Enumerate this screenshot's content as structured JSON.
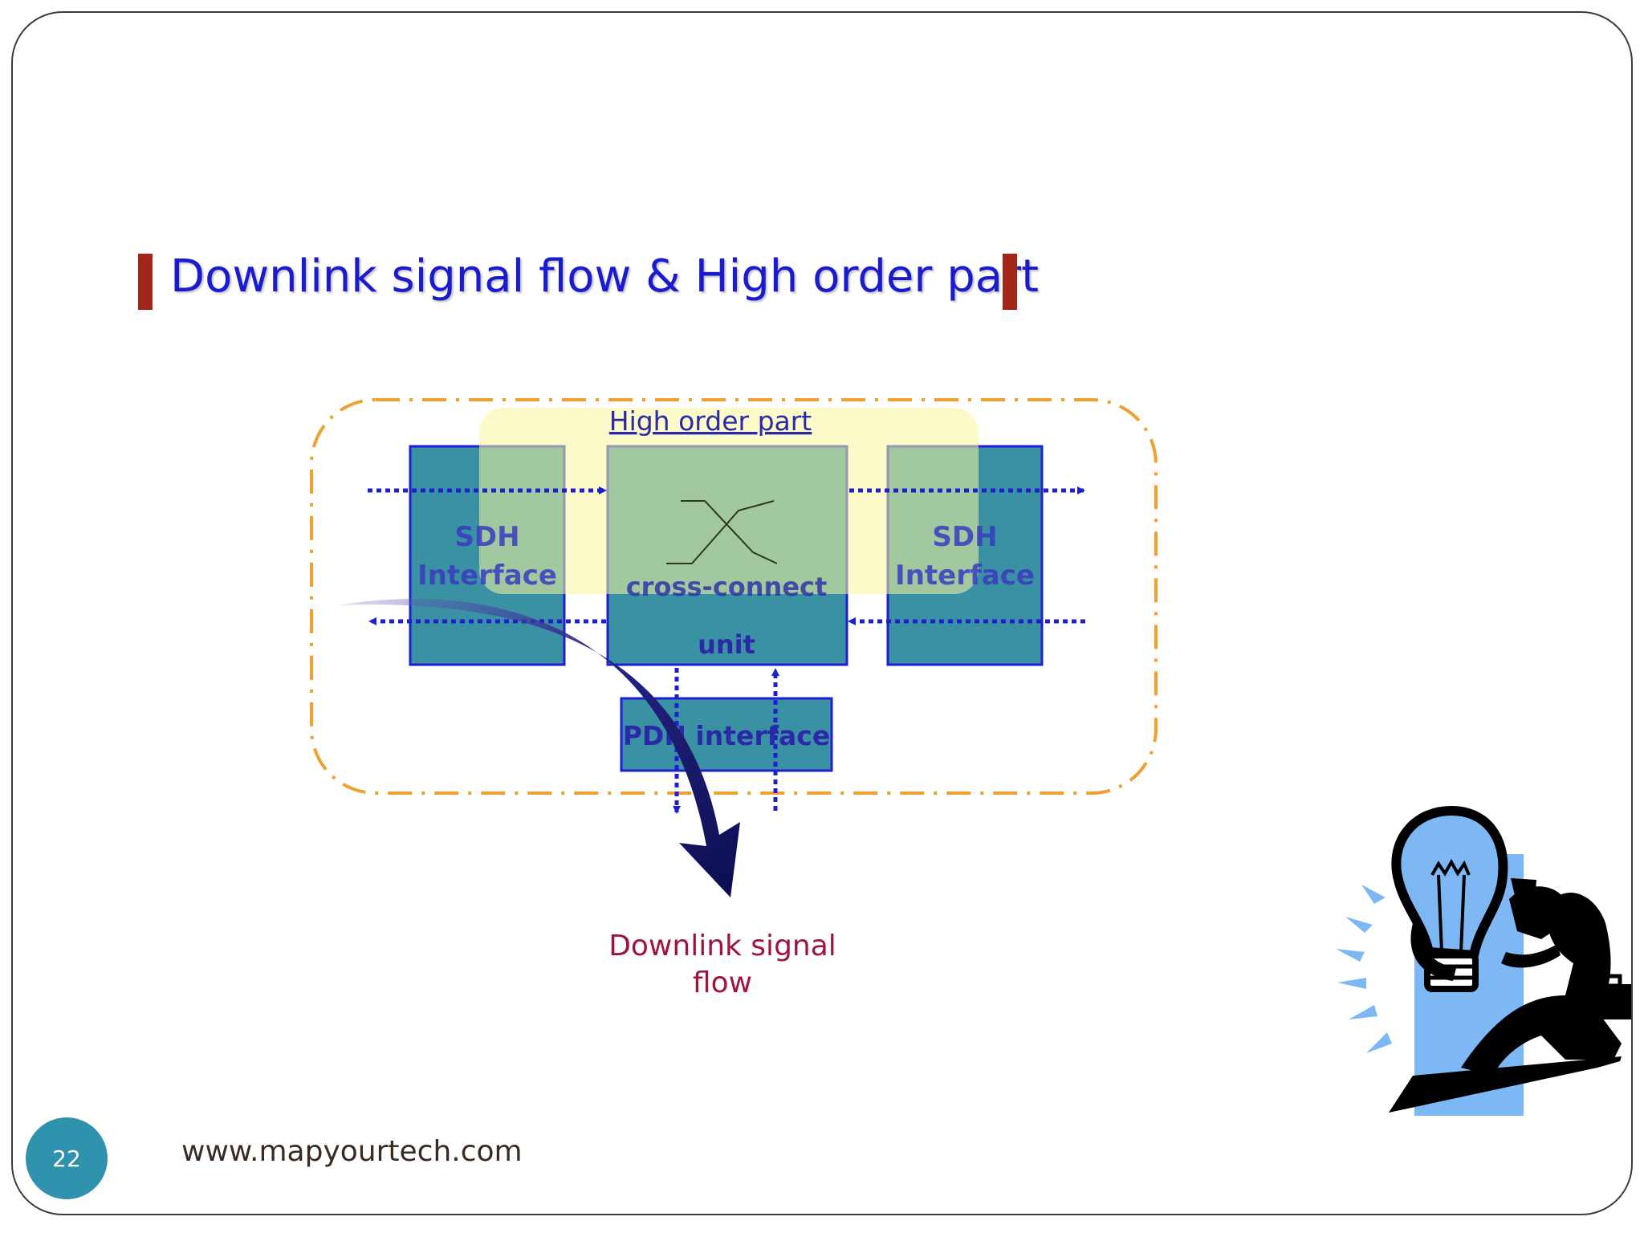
{
  "slide": {
    "title": "Downlink signal flow & High order part",
    "page_number": "22",
    "footer_url": "www.mapyourtech.com"
  },
  "diagram": {
    "high_order_label": "High order part",
    "sdh_left_line1": "SDH",
    "sdh_left_line2": "Interface",
    "sdh_right_line1": "SDH",
    "sdh_right_line2": "Interface",
    "cross_connect_line1": "cross-connect",
    "cross_connect_line2": "unit",
    "pdh_label": "PDH interface",
    "flow_label_line1": "Downlink signal",
    "flow_label_line2": "flow"
  },
  "colors": {
    "title": "#1a1ad0",
    "title_bar": "#a3261b",
    "box_fill": "#3a91a4",
    "box_border": "#1f1fd0",
    "highlight": "#f7f59a",
    "dashed_outline": "#f0a030",
    "flow_arrow": "#1d1d6e",
    "flow_label": "#a0143c",
    "page_badge": "#3192ad"
  },
  "icons": {
    "clipart": "businessman-lightbulb-icon"
  }
}
